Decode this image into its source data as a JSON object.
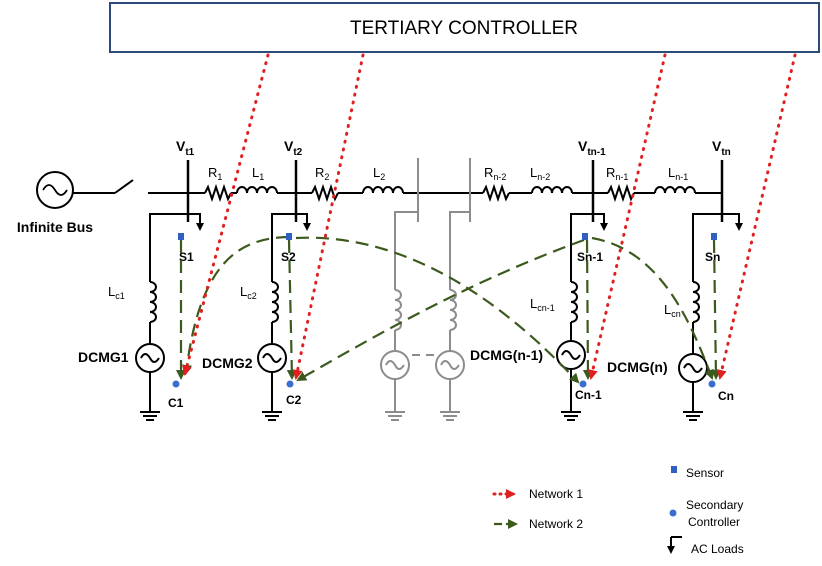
{
  "title": "TERTIARY CONTROLLER",
  "infinite_bus": "Infinite Bus",
  "buses": [
    {
      "v": "V",
      "sub": "t1"
    },
    {
      "v": "V",
      "sub": "t2"
    },
    {
      "v": "V",
      "sub": "tn-1"
    },
    {
      "v": "V",
      "sub": "tn"
    }
  ],
  "line_labels": [
    {
      "base": "R",
      "sub": "1"
    },
    {
      "base": "L",
      "sub": "1"
    },
    {
      "base": "R",
      "sub": "2"
    },
    {
      "base": "L",
      "sub": "2"
    },
    {
      "base": "R",
      "sub": "n-2"
    },
    {
      "base": "L",
      "sub": "n-2"
    },
    {
      "base": "R",
      "sub": "n-1"
    },
    {
      "base": "L",
      "sub": "n-1"
    }
  ],
  "coupling_labels": [
    {
      "base": "L",
      "sub": "c1"
    },
    {
      "base": "L",
      "sub": "c2"
    },
    {
      "base": "L",
      "sub": "cn-1"
    },
    {
      "base": "L",
      "sub": "cn"
    }
  ],
  "generators": [
    "DCMG1",
    "DCMG2",
    "DCMG(n-1)",
    "DCMG(n)"
  ],
  "sensors": [
    "S1",
    "S2",
    "Sn-1",
    "Sn"
  ],
  "controllers": [
    "C1",
    "C2",
    "Cn-1",
    "Cn"
  ],
  "legend": {
    "sensor": "Sensor",
    "secondary_line1": "Secondary",
    "secondary_line2": "Controller",
    "ac_loads": "AC Loads",
    "network1": "Network 1",
    "network2": "Network 2"
  },
  "colors": {
    "network1": "#e02020",
    "network2": "#3c5a1e",
    "sensor": "#2f5fc0",
    "controller": "#3a6fd0",
    "faded": "#8c8c8c"
  }
}
